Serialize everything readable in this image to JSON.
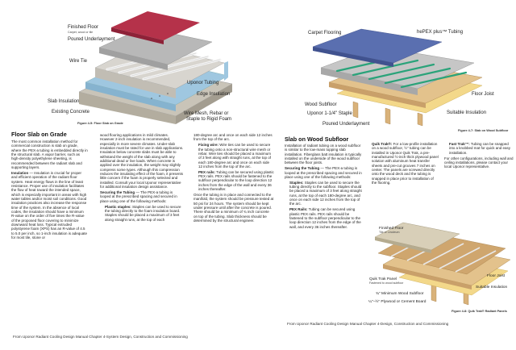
{
  "left_page": {
    "figure": {
      "labels": {
        "finished_floor": "Finished Floor",
        "finished_floor_sub": "Carpet, wood or tile",
        "poured_underlayment": "Poured Underlayment",
        "wire_tie": "Wire Tie",
        "uponor_tubing": "Uponor Tubing",
        "edge_insulation": "Edge Insulation",
        "slab_insulation": "Slab Insulation",
        "existing_concrete": "Existing Concrete",
        "wire_mesh": "Wire Mesh, Rebar or",
        "wire_mesh_2": "Staple to Rigid Foam"
      },
      "caption": "Figure 4-5: Floor Slab on Grade"
    },
    "heading": "Floor Slab on Grade",
    "col1": {
      "p1": "The most common installation method for commercial construction is slab on grade, where the PEX-a tubing is embedded directly in the structural slab. A vapor barrier, such as high-density polyethylene sheeting, is recommended between the radiant slab and supporting layers.",
      "p2_label": "Insulation",
      "p2": " — Insulation is crucial for proper and efficient operation of the radiant floor system. Heat energy flows in the line of least resistance. Proper use of insulation facilitates the flow of heat toward the intended space, which is especially important in areas with high water tables and/or moist soil conditions. Good insulation practices also increase the response time of the system. In the absence of local codes, the insulation should have a minimum R-value on the order of five times the R-value of the proposed floor covering to minimize downward heat loss. Typical extruded polystyrene foam (XPS) has an R-value of 4.5 to 5.0 per inch, so 1-inch insulation is adequate for most tile, stone or"
    },
    "col2": {
      "p1": "wood flooring applications in mild climates. However 2-inch insulation is recommended, especially in more severe climates. Under-slab insulation must be rated for use in slab applications. Insulation below concrete slabs must be able to withstand the weight of the slab along with any additional dead or live loads. When concrete is applied over the insulation, the weight may slightly compress some types. Although this compression reduces the insulating effect of the foam, it presents little concern if the foam is properly selected and installed. Consult your local Uponor representative for additional insulation design assistance.",
      "p2_label": "Securing the Tubing",
      "p2": " — The PEX-a tubing is looped at the prescribed spacing and secured in place using one of the following methods:",
      "li1_label": "Plastic staples:",
      "li1": " Staples can be used to secure the tubing directly to the foam insulation board. Staples should be placed a maximum of 3 feet along straight runs, at the top of each"
    },
    "col3": {
      "p1": "180-degree arc and once on each side 12 inches from the top of the arc.",
      "li1_label": "Fixing wire:",
      "li1": " Wire ties can be used to secure the tubing onto a non-structural wire mesh or rebar. Wire ties should be placed a maximum of 3 feet along with straight runs, at the top of each 180-degree arc and once on each side 12 inches from the top of the arc.",
      "li2_label": "PEX rails:",
      "li2": " Tubing can be secured using plastic PEX rails. PEX rails should be fastened to the subfloor perpendicular to the loop direction 12 inches from the edge of the wall and every 36 inches thereafter.",
      "p2": "Once the tubing is in place and connected to the manifold, the system should be pressure tested at 50 psi for 24 hours. The system should be kept under pressure until after the concrete is poured. There should be a minimum of ¾ inch concrete on top of the tubing. Slab thickness should be determined by the structural engineer."
    },
    "footer": "From Uponor Radiant Cooling Design Manual Chapter 4-System Design, Construction and Commissioning"
  },
  "right_page": {
    "figure": {
      "labels": {
        "carpet_flooring": "Carpet Flooring",
        "hepex": "hePEX plus™ Tubing",
        "floor_joist": "Floor Joist",
        "suitable_insulation": "Suitable Insulation",
        "wood_subfloor": "Wood Subfloor",
        "uponor_114": "Uponor 1-1/4\" Staple",
        "poured_underlayment": "Poured Underlayment"
      },
      "caption": "Figure 4-7: Slab on Wood Subfloor"
    },
    "heading": "Slab on Wood Subfloor",
    "col1": {
      "p1": "Installation of radiant tubing on a wood subfloor is similar to the low-mass topping slab installation. Fiberglass batt insulation is typically installed on the underside of the wood subfloor between the floor joists.",
      "p2_label": "Securing the Tubing",
      "p2": " — The PEX-a tubing is looped at the prescribed spacing and secured in place using one of the following methods:",
      "li1_label": "Staples:",
      "li1": " Staples can be used to secure the tubing directly to the subfloor. Staples should be placed a maximum of 3 feet along straight runs, at the top of each 180-degree arc, and once on each side 12 inches from the top of the arc.",
      "li2_label": "PEX Rails:",
      "li2": " Tubing can be secured using plastic PEX rails. PEX rails should be fastened to the subfloor perpendicular to the loop direction 12 inches from the edge of the wall, and every 36 inches thereafter."
    },
    "col2": {
      "li1_label": "Quik Trak®:",
      "li1": " For a low-profile installation on a wood subfloor, ½\" tubing can be installed in Uponor Quik Trak, a pre-manufactured ½-inch thick plywood panel solution with aluminum heat transfer sheets and pre-cut grooves 7 inches on center. The panels are screwed directly onto the wood deck and the tubing is snapped in place prior to installation of the flooring."
    },
    "col3": {
      "li1_label": "Fast Trak™:",
      "li1": " Tubing can be snapped into a knobbed mat for quick and easy installation.",
      "p1": "For other configurations, including wall and ceiling installations, please contact your local Uponor representative."
    },
    "figure2": {
      "labels": {
        "finished_floor": "Finished Floor",
        "finished_floor_sub": "Tile or Linoleum",
        "quik_trak_panel": "Quik Trak Panel",
        "quik_trak_sub": "Fastened to wood subfloor",
        "floor_joist": "Floor Joist",
        "suitable_insulation": "Suitable Insulation",
        "wood_subfloor": "¾\" Minimum Wood Subfloor",
        "plywood": "¼\"–½\" Plywood or Cement Board"
      },
      "caption": "Figure 4-8: Quik Trak® Radiant Panels"
    },
    "footer": "From Uponor Radiant Cooling Design Manual Chapter 4-Design, Construction and Commissioning"
  },
  "colors": {
    "carpet_red": "#b5324a",
    "underlayment_grey": "#b8b8b8",
    "insulation_blue": "#9fc7e0",
    "concrete": "#c9c4b8",
    "tube_white": "#f2f2f2",
    "carpet_blue": "#5a6fb0",
    "green_tube": "#2aa37a",
    "wood": "#d9b27a"
  }
}
